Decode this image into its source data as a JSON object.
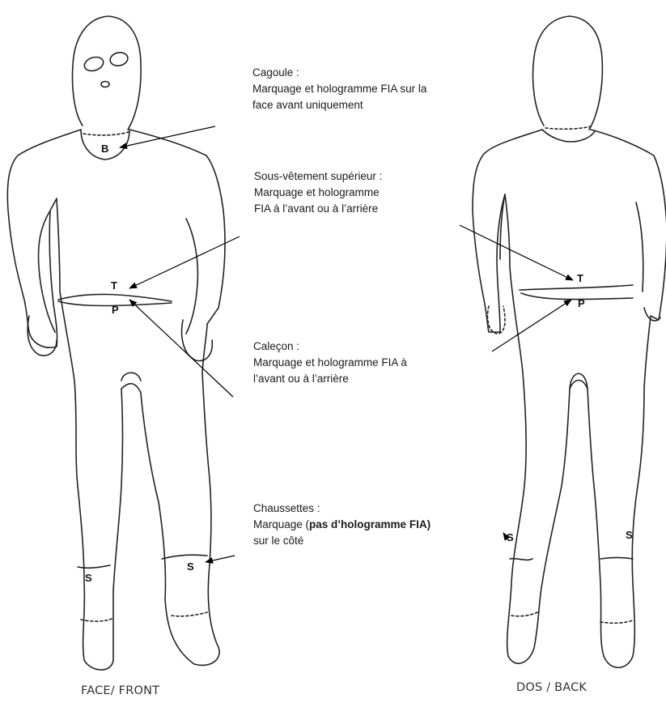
{
  "annotations": {
    "cagoule": {
      "title": "Cagoule :",
      "line1": "Marquage et hologramme FIA sur la",
      "line2": "face avant uniquement"
    },
    "sous_vetement": {
      "title": "Sous-vêtement supérieur :",
      "line1": "Marquage et hologramme",
      "line2": "FIA à l’avant ou à l’arrière"
    },
    "calecon": {
      "title": "Caleçon :",
      "line1": "Marquage et hologramme FIA à",
      "line2": "l’avant ou à l’arrière"
    },
    "chaussettes": {
      "title": "Chaussettes :",
      "line1_prefix": "Marquage (",
      "line1_bold": "pas d’hologramme FIA)",
      "line2": "sur le côté"
    }
  },
  "markers": {
    "front_b": "B",
    "front_t": "T",
    "front_p": "P",
    "front_s_left": "S",
    "front_s_right": "S",
    "back_t": "T",
    "back_p": "P",
    "back_s_left": "S",
    "back_s_right": "S"
  },
  "captions": {
    "front": "FACE/ FRONT",
    "back": "DOS / BACK"
  }
}
